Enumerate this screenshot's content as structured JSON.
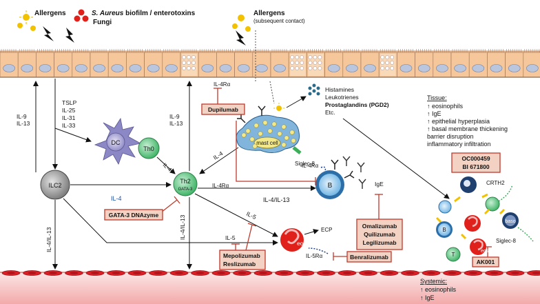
{
  "top_triggers": {
    "allergens": "Allergens",
    "saureus_italic": "S. Aureus",
    "saureus_rest": " biofilm / enterotoxins",
    "fungi": "Fungi",
    "allergens2": "Allergens",
    "subsequent_contact": "(subsequent contact)"
  },
  "cytokines": {
    "il9": "IL-9",
    "il13": "IL-13",
    "tslp": "TSLP",
    "il25": "IL-25",
    "il31": "IL-31",
    "il33": "IL-33",
    "il9_b": "IL-9",
    "il13_b": "IL-13",
    "il4_dc": "IL-4",
    "il4_mast": "IL-4",
    "il4_ilc2": "IL-4",
    "il4_il13_th2_b": "IL-4/IL-13",
    "il4_il13_left": "IL-4/IL-13",
    "il4_il13_mid": "IL-4/IL-13",
    "il5_upper": "IL-5",
    "il5_lower": "IL-5",
    "ecp": "ECP"
  },
  "receptors": {
    "il4ra_top": "IL-4Rα",
    "il4ra_mid": "IL-4Rα",
    "il4ra_b": "IL-4Rα",
    "il5ra": "IL-5Rα",
    "siglec8_mast": "Siglec-8",
    "siglec8_right": "Siglec-8",
    "crth2": "CRTH2",
    "ige": "IgE"
  },
  "mediators": {
    "histamines": "Histamines",
    "leukotrienes": "Leukotrienes",
    "prostaglandins": "Prostaglandins (PGD2)",
    "etc": "Etc."
  },
  "cells": {
    "dc": "DC",
    "th0": "Th0",
    "ilc2": "ILC2",
    "th2": "Th2",
    "gata3": "GATA-3",
    "mast": "mast cell",
    "b": "B",
    "eos": "eos",
    "b_small": "B",
    "t_small": "T",
    "eos_small": "eos",
    "baso": "baso"
  },
  "drugs": {
    "dupilumab": "Dupilumab",
    "gata3_dnazyme": "GATA-3 DNAzyme",
    "omalizumab": "Omalizumab",
    "quilizumab": "Quilizumab",
    "ligelizumab": "Legilizumab",
    "mepolizumab": "Mepolizumab",
    "reslizumab": "Reslizumab",
    "benralizumab": "Benralizumab",
    "oc000459": "OC000459",
    "bi671800": "BI 671800",
    "ak001": "AK001"
  },
  "tissue": {
    "title": "Tissue:",
    "items": [
      "↑ eosinophils",
      "↑ IgE",
      "↑ epithelial hyperplasia",
      "↑ basal membrane thickening",
      "barrier disruption",
      "inflammatory infiltration"
    ]
  },
  "systemic": {
    "title": "Systemic:",
    "items": [
      "↑ eosinophils",
      "↑ IgE"
    ]
  },
  "colors": {
    "epithelium": "#f6c79b",
    "nucleus": "#b9c6dd",
    "inhibitor": "#c0392b",
    "drug_box": "#f3d2c3",
    "rbc": "#d91f26",
    "vessel": "#f7c8c8"
  }
}
